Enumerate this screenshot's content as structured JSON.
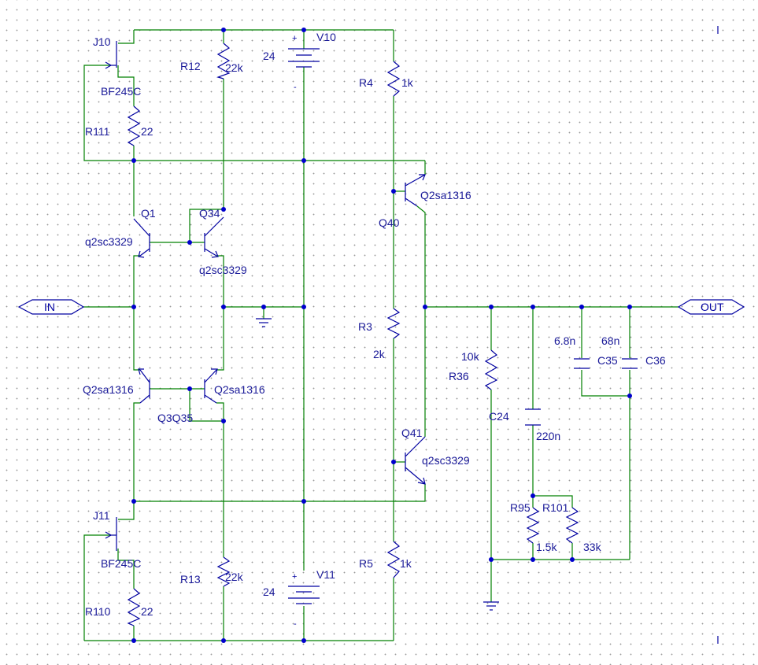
{
  "ports": {
    "in": "IN",
    "out": "OUT"
  },
  "sources": {
    "v10": {
      "name": "V10",
      "value": "24",
      "plus": "+",
      "minus": "-"
    },
    "v11": {
      "name": "V11",
      "value": "24",
      "plus": "+",
      "minus": "-"
    }
  },
  "jfets": {
    "j10": {
      "name": "J10",
      "model": "BF245C"
    },
    "j11": {
      "name": "J11",
      "model": "BF245C"
    }
  },
  "resistors": {
    "r111": {
      "name": "R111",
      "value": "22"
    },
    "r110": {
      "name": "R110",
      "value": "22"
    },
    "r12": {
      "name": "R12",
      "value": "22k"
    },
    "r13": {
      "name": "R13",
      "value": "22k"
    },
    "r4": {
      "name": "R4",
      "value": "1k"
    },
    "r5": {
      "name": "R5",
      "value": "1k"
    },
    "r3": {
      "name": "R3",
      "value": "2k"
    },
    "r36": {
      "name": "R36",
      "value": "10k"
    },
    "r95": {
      "name": "R95",
      "value": "1.5k"
    },
    "r101": {
      "name": "R101",
      "value": "33k"
    }
  },
  "capacitors": {
    "c24": {
      "name": "C24",
      "value": "220n"
    },
    "c35": {
      "name": "C35",
      "value": "6.8n"
    },
    "c36": {
      "name": "C36",
      "value": "68n"
    }
  },
  "transistors": {
    "q1": {
      "name": "Q1",
      "model": "q2sc3329"
    },
    "q34": {
      "name": "Q34",
      "model": "q2sc3329"
    },
    "q3": {
      "model": "Q2sa1316"
    },
    "q35": {
      "model": "Q2sa1316"
    },
    "q3q35_label": "Q3Q35",
    "q40": {
      "name": "Q40",
      "model": "Q2sa1316"
    },
    "q41": {
      "name": "Q41",
      "model": "q2sc3329"
    }
  },
  "colors": {
    "wire": "#008000",
    "part": "#0000a0",
    "junction": "#0000cc",
    "grid_dot": "#9a9a9a"
  }
}
